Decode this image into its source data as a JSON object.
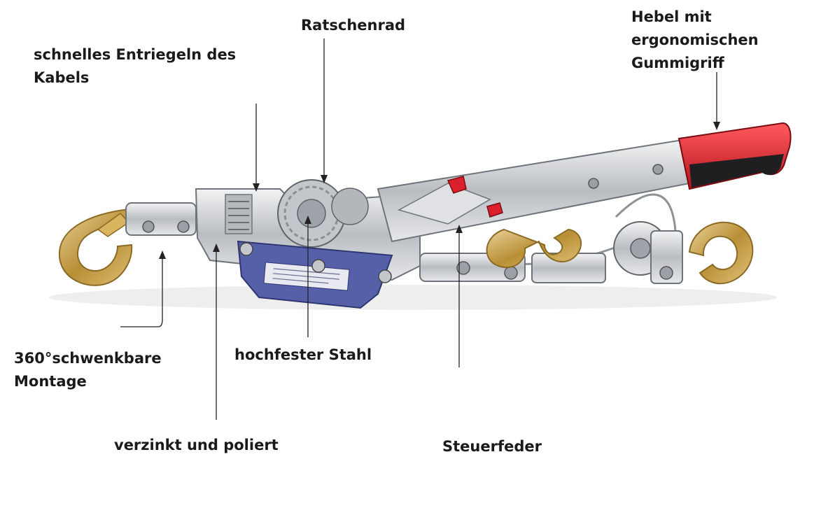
{
  "labels": {
    "ratschenrad": [
      "Ratschenrad"
    ],
    "entriegeln": [
      "schnelles Entriegeln des",
      "Kabels"
    ],
    "hebel": [
      "Hebel mit",
      "ergonomischen",
      "Gummigriff"
    ],
    "schwenkbar": [
      "360°schwenkbare",
      "Montage"
    ],
    "stahl": [
      "hochfester Stahl"
    ],
    "verzinkt": [
      "verzinkt und poliert"
    ],
    "steuerfeder": [
      "Steuerfeder"
    ]
  },
  "colors": {
    "steel": "#c9ccd0",
    "steel_dark": "#7d8287",
    "plate_blue": "#5560a8",
    "handle_red": "#d9202b",
    "handle_black": "#1f1f22",
    "hook_gold": "#c9a44a",
    "leader": "#222222"
  }
}
